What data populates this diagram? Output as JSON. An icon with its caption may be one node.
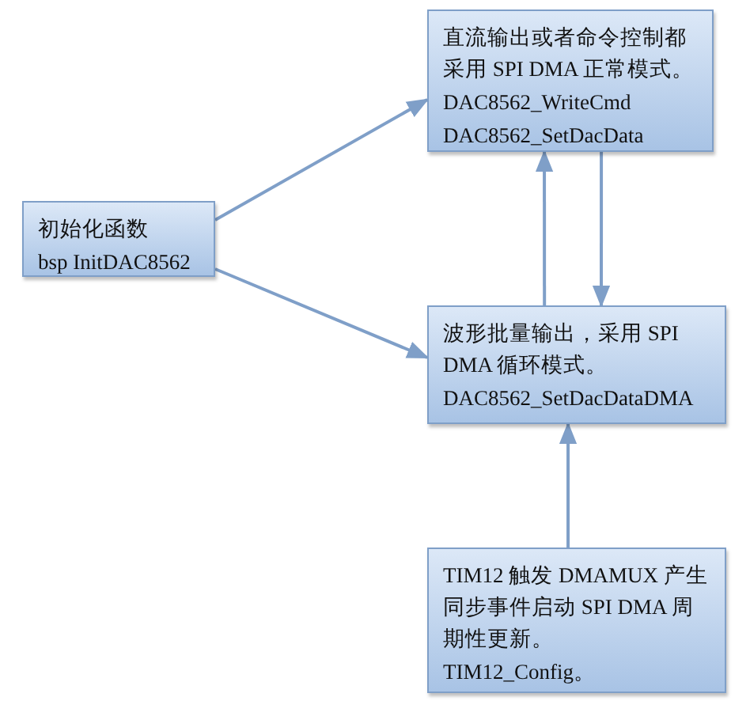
{
  "diagram": {
    "nodes": [
      {
        "text": [
          "初始化函数",
          "bsp InitDAC8562"
        ]
      },
      {
        "text": [
          "直流输出或者命令控制都采用 SPI DMA 正常模式。",
          "DAC8562_WriteCmd",
          "DAC8562_SetDacData"
        ]
      },
      {
        "text": [
          "波形批量输出，采用 SPI DMA 循环模式。",
          "DAC8562_SetDacDataDMA"
        ]
      },
      {
        "text": [
          "TIM12 触发 DMAMUX 产生同步事件启动 SPI DMA 周期性更新。",
          "TIM12_Config。"
        ]
      }
    ],
    "edges": [
      {
        "from": 0,
        "to": 1,
        "arrow": "to"
      },
      {
        "from": 0,
        "to": 2,
        "arrow": "to"
      },
      {
        "from": 2,
        "to": 1,
        "arrow": "to"
      },
      {
        "from": 1,
        "to": 2,
        "arrow": "to"
      },
      {
        "from": 3,
        "to": 2,
        "arrow": "to"
      }
    ]
  }
}
